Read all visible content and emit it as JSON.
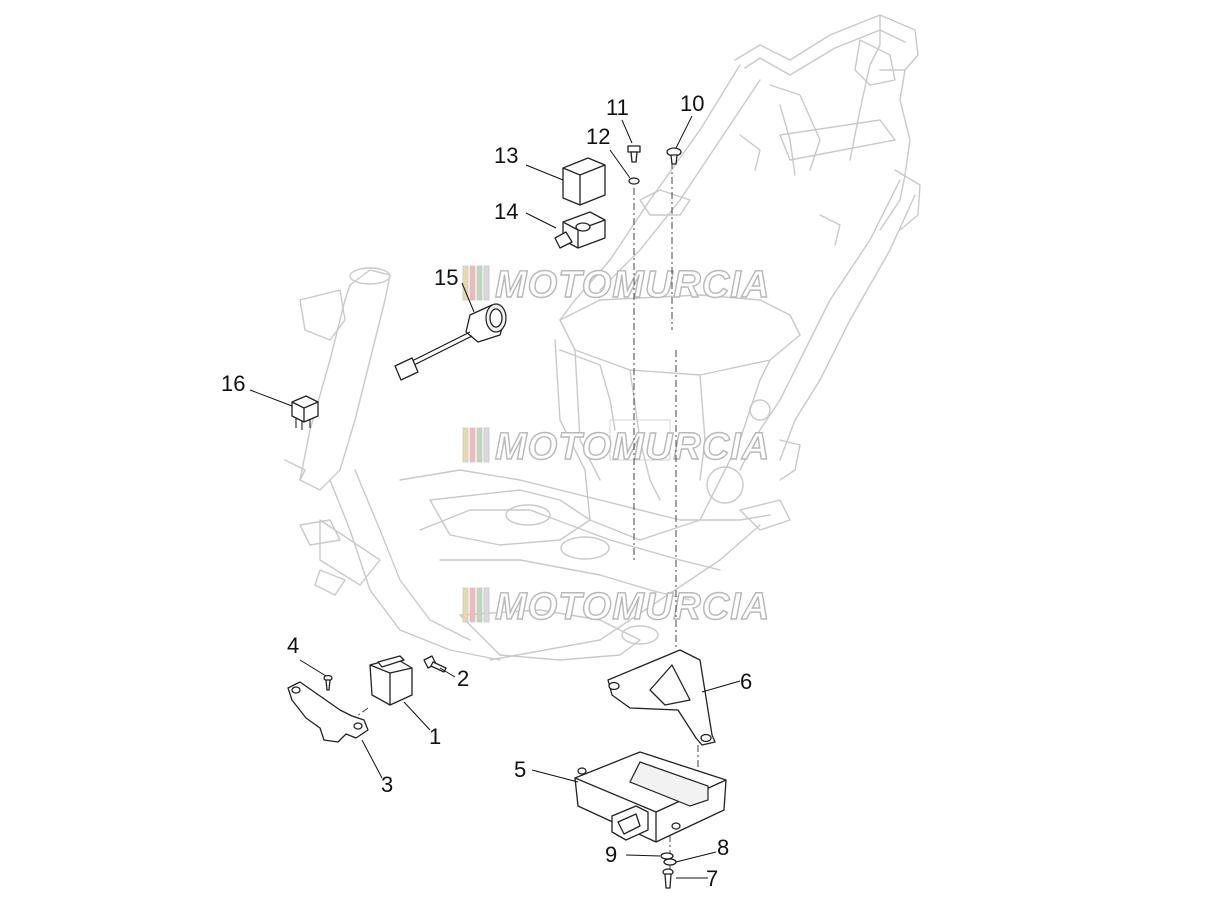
{
  "watermark": {
    "text": "MOTOMURCIA",
    "bar_colors": [
      "#e8d9a8",
      "#f0b9b9",
      "#b9d9b9",
      "#d9d9d9"
    ]
  },
  "callouts": {
    "c1": "1",
    "c2": "2",
    "c3": "3",
    "c4": "4",
    "c5": "5",
    "c6": "6",
    "c7": "7",
    "c8": "8",
    "c9": "9",
    "c10": "10",
    "c11": "11",
    "c12": "12",
    "c13": "13",
    "c14": "14",
    "c15": "15",
    "c16": "16"
  }
}
